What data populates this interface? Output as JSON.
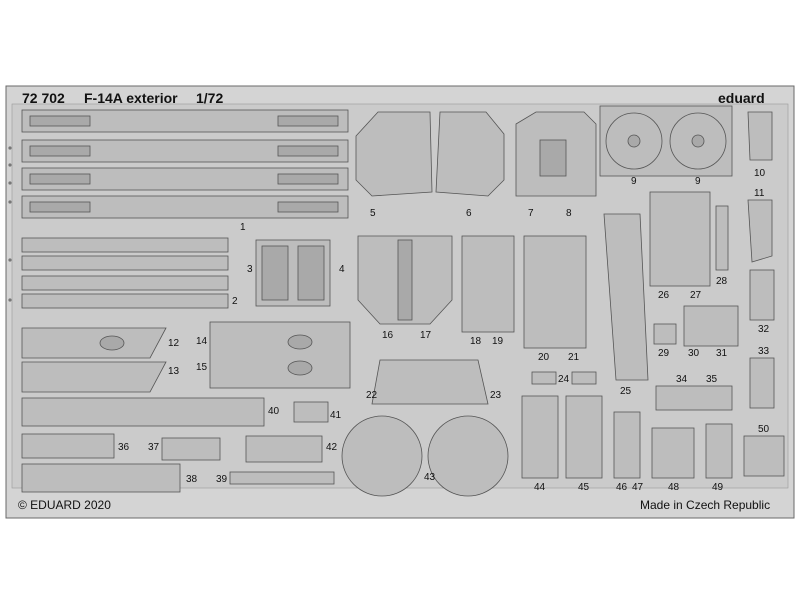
{
  "header": {
    "code": "72 702",
    "title": "F-14A exterior",
    "scale": "1/72",
    "brand": "eduard"
  },
  "footer": {
    "copyright": "© EDUARD 2020",
    "origin": "Made in Czech Republic"
  },
  "part_numbers": [
    "1",
    "2",
    "3",
    "4",
    "5",
    "6",
    "7",
    "8",
    "9",
    "9",
    "10",
    "11",
    "12",
    "13",
    "14",
    "15",
    "16",
    "17",
    "18",
    "19",
    "20",
    "21",
    "22",
    "23",
    "24",
    "25",
    "26",
    "27",
    "28",
    "29",
    "30",
    "31",
    "32",
    "33",
    "34",
    "35",
    "36",
    "37",
    "38",
    "39",
    "40",
    "41",
    "42",
    "43",
    "44",
    "45",
    "46",
    "47",
    "48",
    "49",
    "50"
  ],
  "colors": {
    "fret": "#c9c9c9",
    "part": "#bdbdbd",
    "line": "#4a4a4a",
    "etch": "#9a9a9a"
  }
}
